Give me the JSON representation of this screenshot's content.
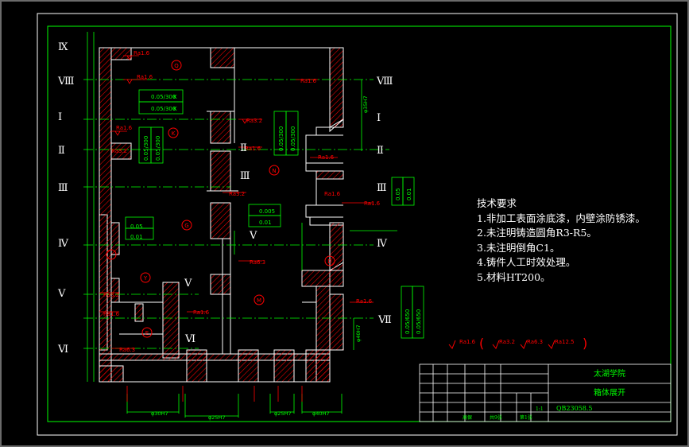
{
  "drawing": {
    "title": "箱体展开",
    "school": "太湖学院",
    "drawing_number": "QB23058.5",
    "scale_label": "1:1",
    "material_row": "高保",
    "sheet_total": "共9张",
    "sheet_number": "第1张"
  },
  "section_labels": {
    "left": [
      "Ⅸ",
      "Ⅷ",
      "Ⅰ",
      "Ⅱ",
      "Ⅲ",
      "Ⅳ",
      "Ⅴ",
      "Ⅵ"
    ],
    "inner": [
      "Ⅱ",
      "Ⅲ",
      "Ⅴ",
      "Ⅴ",
      "Ⅵ"
    ],
    "right": [
      "Ⅷ",
      "Ⅰ",
      "Ⅱ",
      "Ⅲ",
      "Ⅳ",
      "Ⅶ"
    ]
  },
  "tech_requirements": {
    "title": "技术要求",
    "items": [
      "1.非加工表面涂底漆，内壁涂防锈漆。",
      "2.未注明铸造圆角R3-R5。",
      "3.未注明倒角C1。",
      "4.铸件人工时效处理。",
      "5.材料HT200。"
    ]
  },
  "tolerances": {
    "box_a": [
      "0.05/300",
      "0.05/300"
    ],
    "box_a_refs": [
      "K",
      "K"
    ],
    "box_b": [
      "0.05/300",
      "0.05/300"
    ],
    "box_c": [
      "0.05/300",
      "0.05/300"
    ],
    "box_d": [
      "0.05",
      "0.01"
    ],
    "box_e": [
      "0.05",
      "0.01"
    ],
    "box_f": [
      "0.005",
      "0.01"
    ],
    "box_g": [
      "0.05/650",
      "0.05/650"
    ]
  },
  "datums": [
    "Q",
    "K",
    "N",
    "G",
    "D",
    "Y",
    "M",
    "E"
  ],
  "roughness": {
    "values": [
      "Ra1.6",
      "Ra3.2",
      "Ra6.3",
      "Ra12.5"
    ],
    "general_label": "Ra1.6"
  },
  "dimensions": [
    "φ30H7",
    "φ25H7",
    "φ25H7",
    "φ40H7",
    "φ35H7",
    "φ40H7"
  ],
  "colors": {
    "frame": "#00ff00",
    "section": "#ffffff",
    "hatch": "#ff0000",
    "annotation": "#00ff00",
    "tolerance": "#00ff00",
    "dimension": "#00ff00",
    "border": "#6a6a6a"
  }
}
